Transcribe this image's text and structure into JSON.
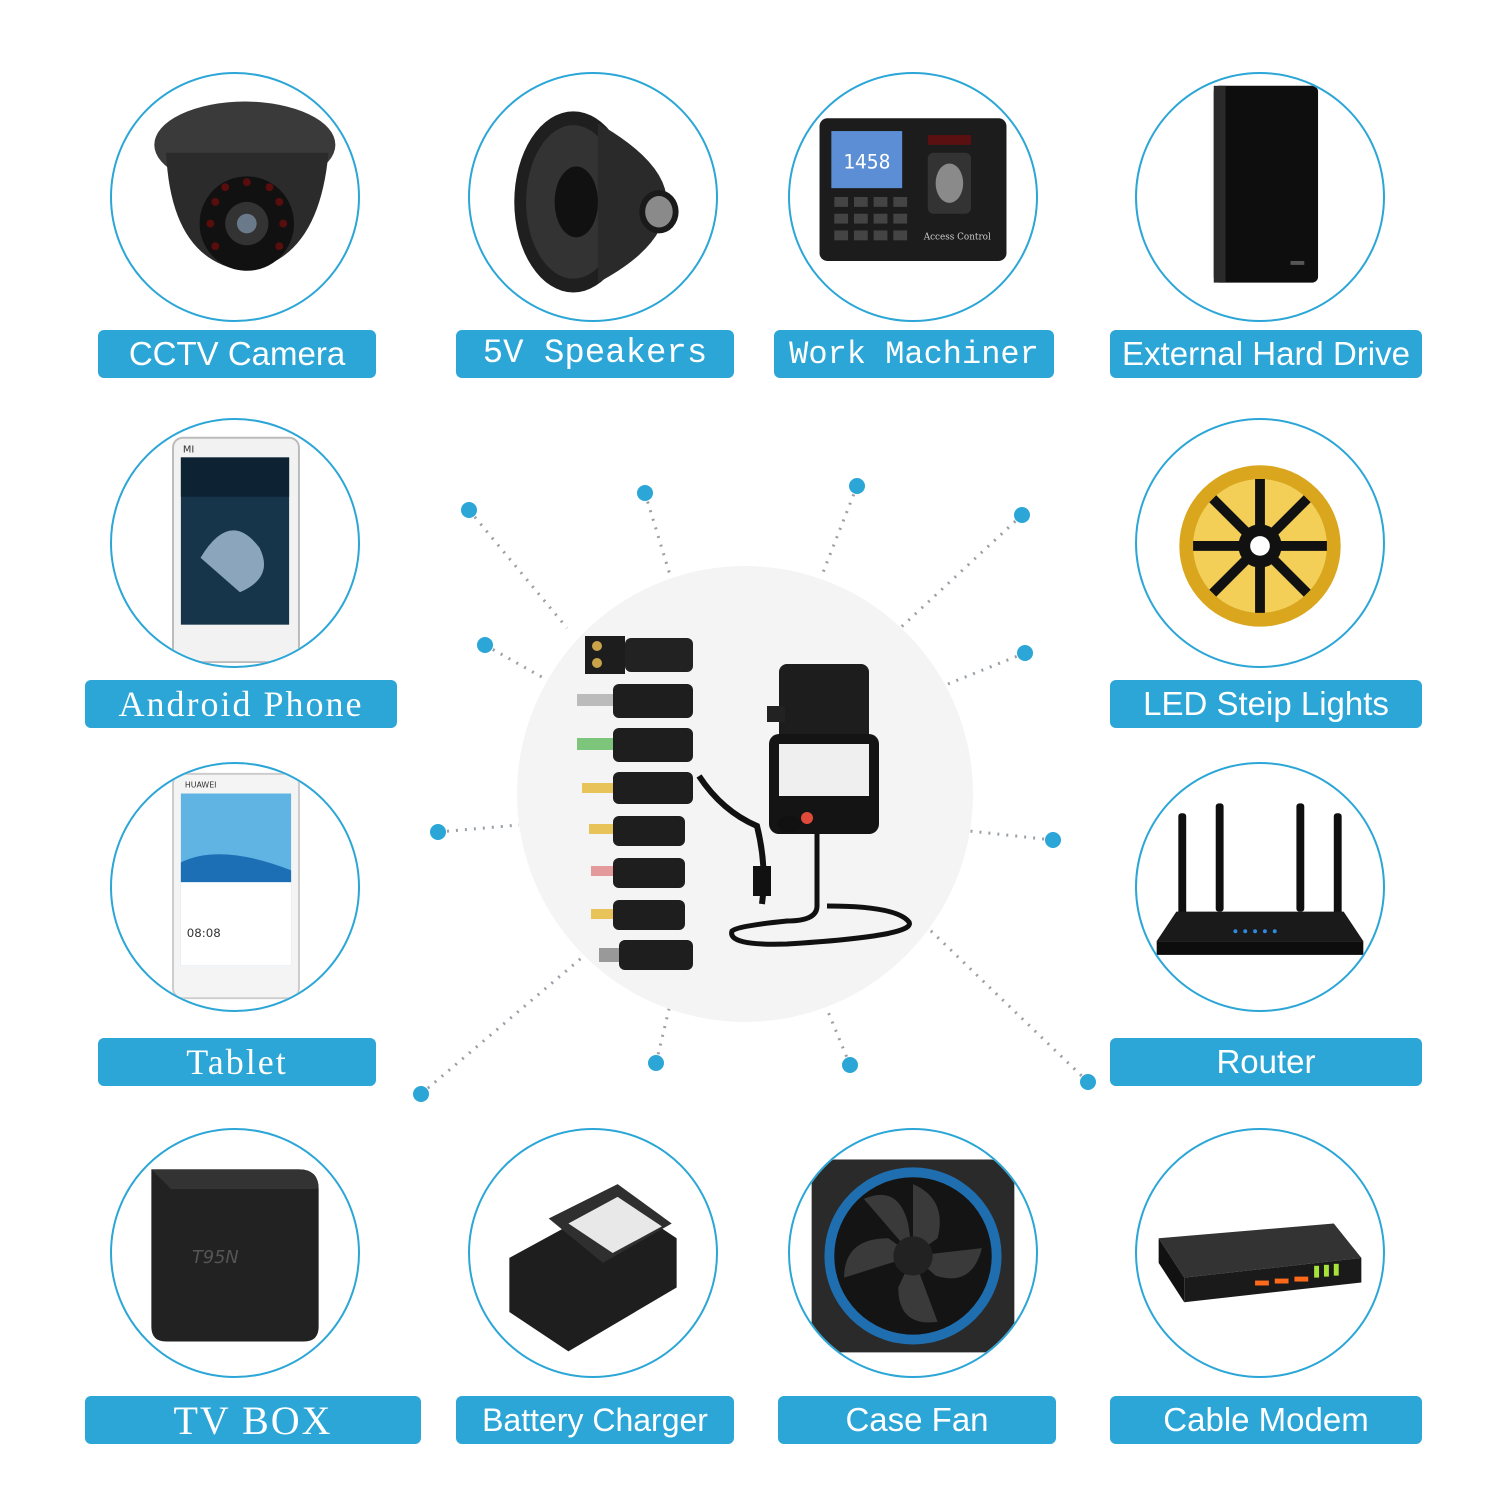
{
  "accent_color": "#2ba6d6",
  "devices": [
    {
      "label": "CCTV Camera",
      "icon": "cctv-camera-icon"
    },
    {
      "label": "5V Speakers",
      "icon": "speaker-icon"
    },
    {
      "label": "Work Machiner",
      "icon": "access-control-machine-icon"
    },
    {
      "label": "External Hard Drive",
      "icon": "hard-drive-icon"
    },
    {
      "label": "Android Phone",
      "icon": "smartphone-icon"
    },
    {
      "label": "LED Steip Lights",
      "icon": "led-strip-reel-icon"
    },
    {
      "label": "Tablet",
      "icon": "tablet-icon"
    },
    {
      "label": "Router",
      "icon": "router-icon"
    },
    {
      "label": "TV BOX",
      "icon": "tv-box-icon"
    },
    {
      "label": "Battery Charger",
      "icon": "battery-charger-icon"
    },
    {
      "label": "Case Fan",
      "icon": "case-fan-icon"
    },
    {
      "label": "Cable Modem",
      "icon": "cable-modem-icon"
    }
  ],
  "center_product": {
    "icon": "power-adapter-with-tips-icon"
  },
  "device_text": {
    "phone_brand": "MI",
    "tablet_brand": "HUAWEI",
    "tablet_time": "08:08",
    "tvbox_model": "T95N",
    "access_display": "1458",
    "access_caption": "Access Control"
  }
}
